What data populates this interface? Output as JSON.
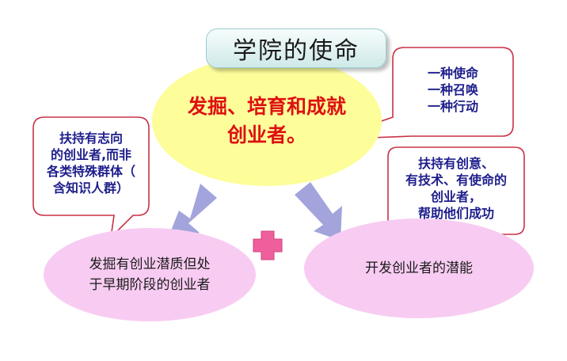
{
  "title": "学院的使命",
  "center": {
    "lines": [
      "发掘、培育和成就",
      "创业者。"
    ]
  },
  "callouts": {
    "top_right": [
      "一种使命",
      "一种召唤",
      "一种行动"
    ],
    "left": [
      "扶持有志向",
      "的创业者,而非",
      "各类特殊群体（",
      "含知识人群）"
    ],
    "right": [
      "扶持有创意、",
      "有技术、有使命的",
      "创业者，",
      "帮助他们成功"
    ]
  },
  "bottom_left": {
    "lines": [
      "发掘有创业潜质但处",
      "于早期阶段的创业者"
    ]
  },
  "bottom_right": {
    "lines": [
      "开发创业者的潜能"
    ]
  },
  "colors": {
    "center_fill": "#fdfd9a",
    "center_text": "#dd1111",
    "bottom_fill": "#f8ccf2",
    "callout_border": "#c83246",
    "callout_text": "#1e1e8c",
    "arrow_fill": "#a4a4dc",
    "plus_fill": "#ee5f9c"
  }
}
